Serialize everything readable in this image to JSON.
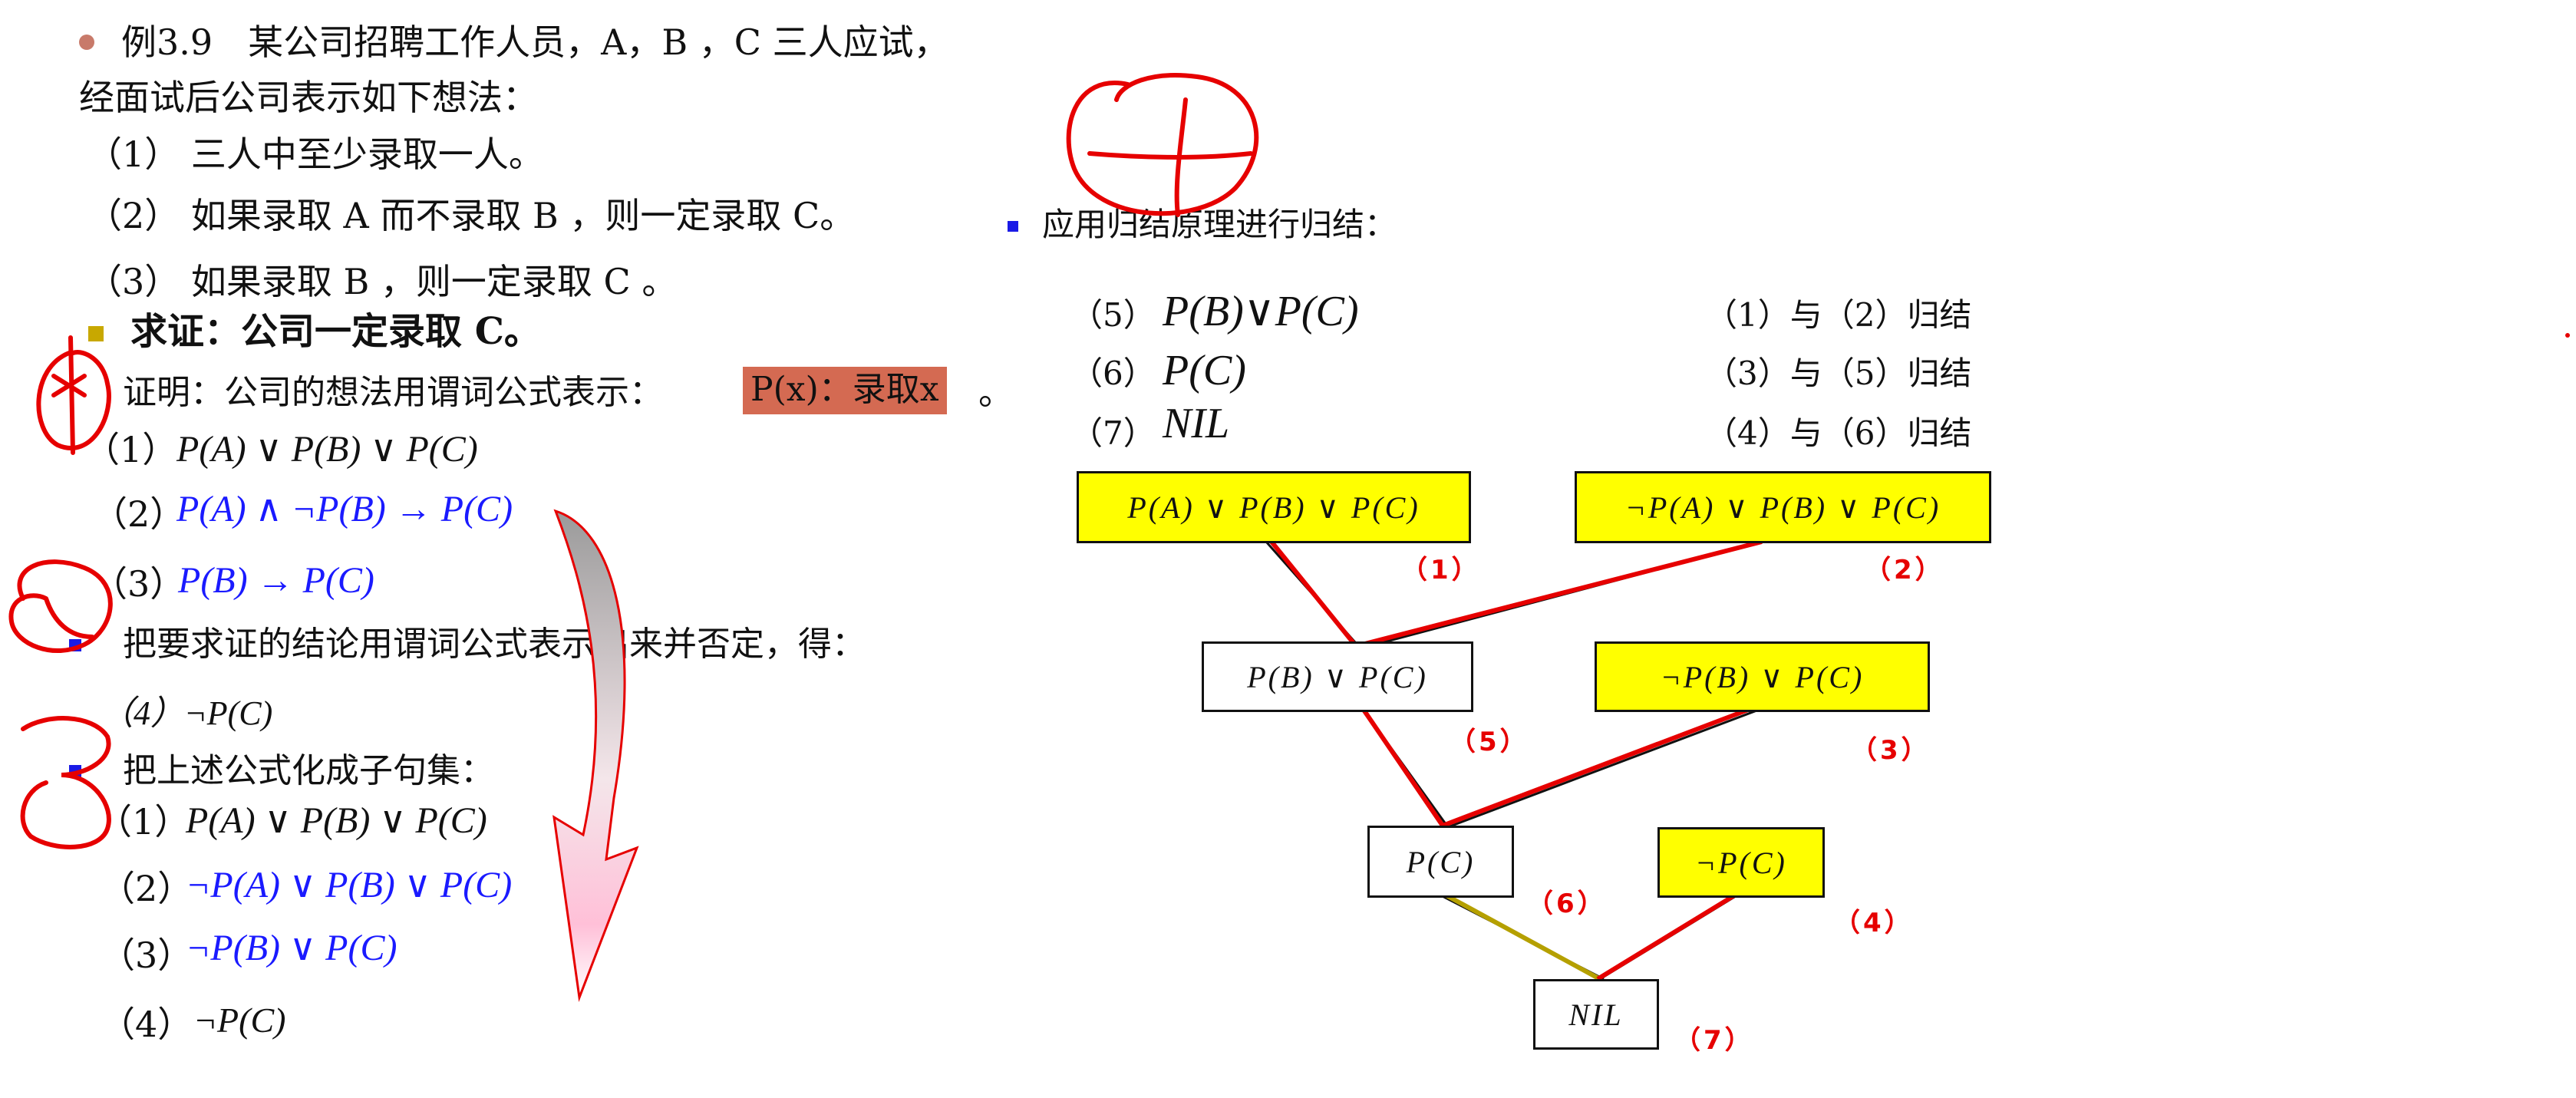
{
  "left": {
    "example_title": "例3.9　某公司招聘工作人员，A，B ，C 三人应试，",
    "intro": "经面试后公司表示如下想法：",
    "cond1": "（1） 三人中至少录取一人。",
    "cond2": "（2） 如果录取 A 而不录取 B ，则一定录取 C。",
    "cond3": "（3）  如果录取 B ，则一定录取 C 。",
    "prove": "求证：公司一定录取 C。",
    "proof_intro": "证明：公司的想法用谓词公式表示：",
    "predicate_def": "P(x)：录取x",
    "proof_period": "。",
    "formula1_num": "（1）",
    "formula1": "P(A) ∨ P(B) ∨ P(C)",
    "formula2_num": "（2）",
    "formula2": "P(A) ∧ ¬P(B) → P(C)",
    "formula3_num": "（3）",
    "formula3": "P(B) → P(C)",
    "negate_text": "把要求证的结论用谓词公式表示出来并否定，得：",
    "formula4": "（4）¬P(C)",
    "clause_text": "把上述公式化成子句集：",
    "clause1_num": "（1）",
    "clause1": "P(A) ∨ P(B) ∨ P(C)",
    "clause2_num": "（2）",
    "clause2": "¬P(A) ∨ P(B) ∨ P(C)",
    "clause3_num": "（3）",
    "clause3": "¬P(B) ∨ P(C)",
    "clause4_num": "（4）",
    "clause4": "¬P(C)"
  },
  "right": {
    "heading": "应用归结原理进行归结：",
    "steps": [
      {
        "num": "（5）",
        "formula": "P(B)∨P(C)",
        "note": "（1）与（2）归结"
      },
      {
        "num": "（6）",
        "formula": "P(C)",
        "note": "（3）与（5）归结"
      },
      {
        "num": "（7）",
        "formula": "NIL",
        "note": "（4）与（6）归结"
      }
    ]
  },
  "tree": {
    "n1": {
      "text": "P(A) ∨ P(B) ∨ P(C)",
      "label": "（1）"
    },
    "n2": {
      "text": "¬P(A) ∨ P(B) ∨ P(C)",
      "label": "（2）"
    },
    "n5": {
      "text": "P(B) ∨ P(C)",
      "label": "（5）"
    },
    "n3": {
      "text": "¬P(B) ∨ P(C)",
      "label": "（3）"
    },
    "n6": {
      "text": "P(C)",
      "label": "（6）"
    },
    "n4": {
      "text": "¬P(C)",
      "label": "（4）"
    },
    "n7": {
      "text": "NIL",
      "label": "（7）"
    }
  },
  "colors": {
    "accent_red": "#e60000",
    "highlight_yellow": "#ffff00",
    "highlight_salmon": "#d46a52",
    "formula_blue": "#1a1aff",
    "olive_line": "#b5a000"
  }
}
